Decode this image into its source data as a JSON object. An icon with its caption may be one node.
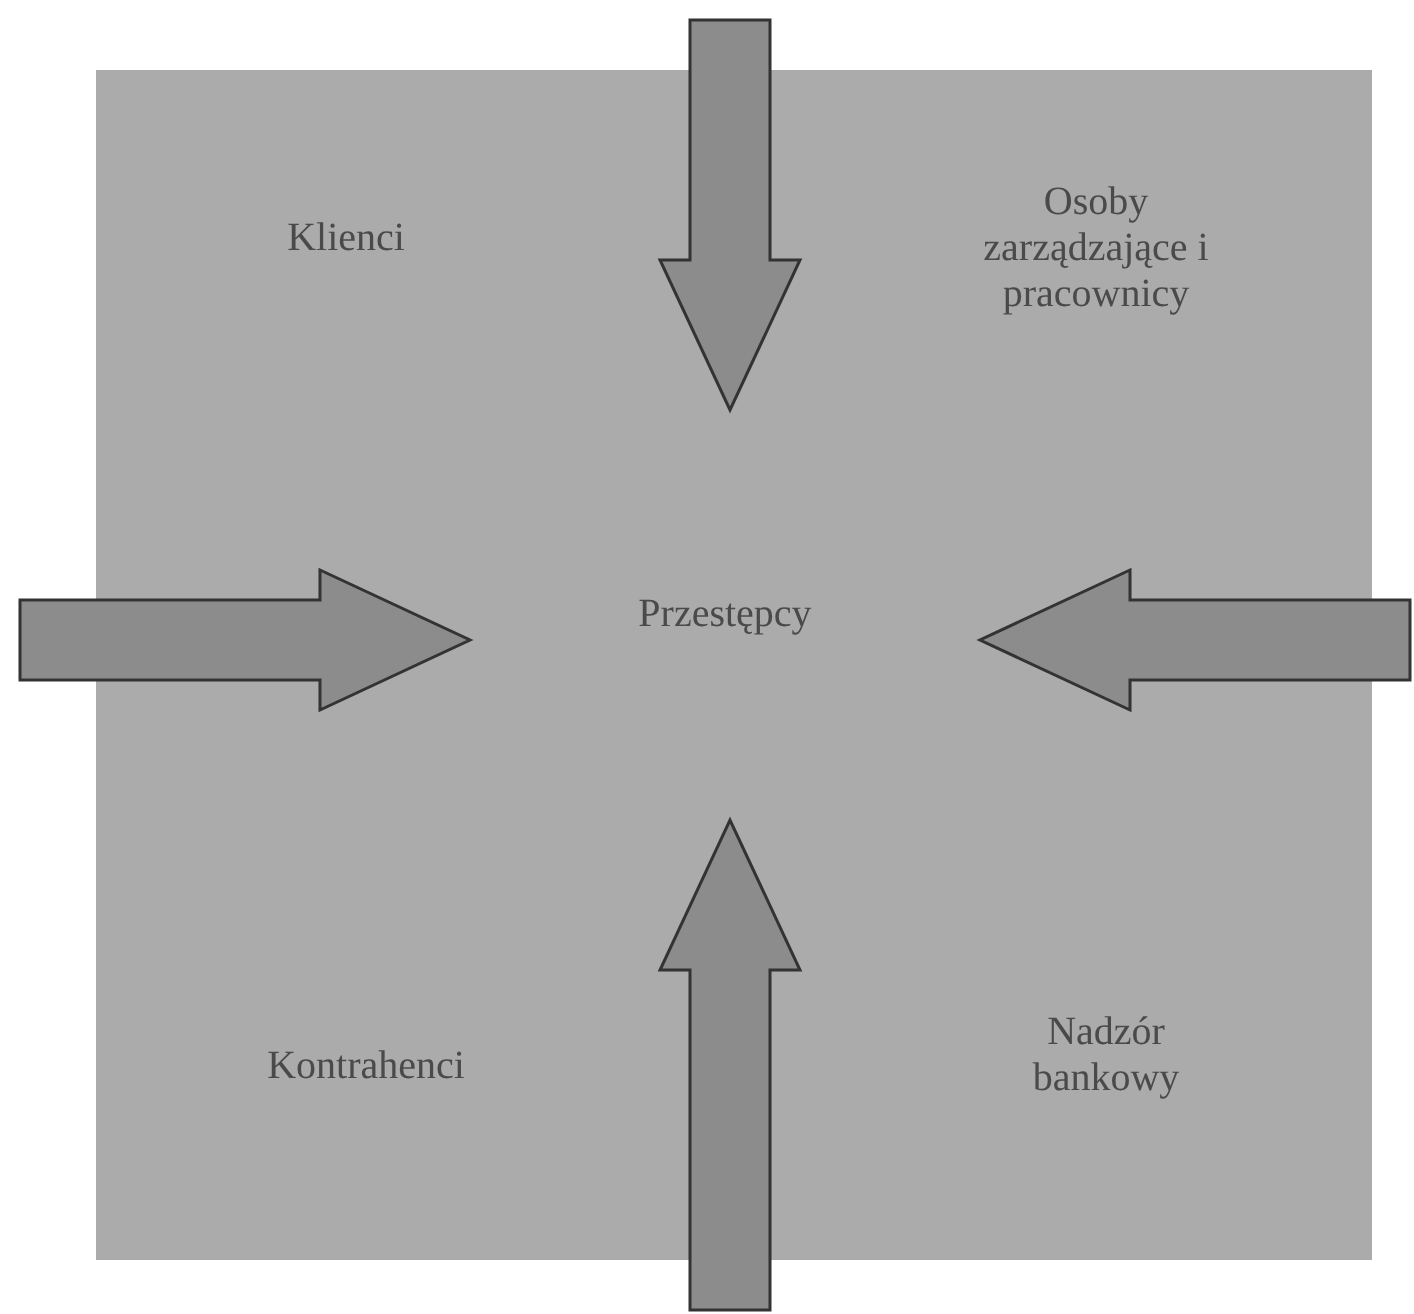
{
  "diagram": {
    "nodes": [
      {
        "text": [
          "Klienci",
          "Osoby zarządzające i pracownicy",
          "Kontrahenci",
          "Nadzór bankowy"
        ]
      },
      {
        "text": [
          "Przestępcy"
        ],
        "in": 0
      }
    ]
  }
}
